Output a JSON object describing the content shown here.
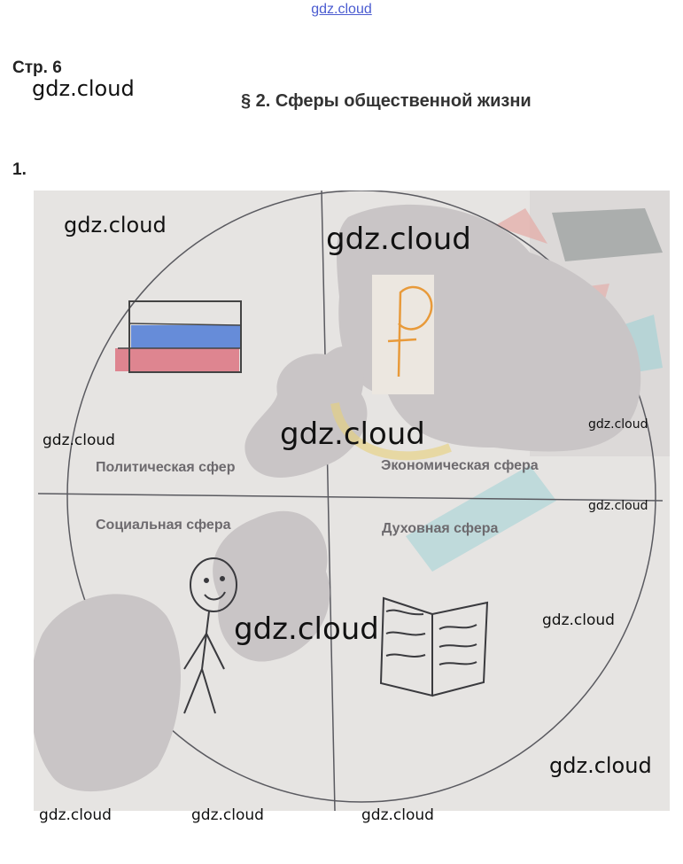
{
  "header": {
    "site_link": "gdz.cloud",
    "page_ref": "Стр. 6",
    "section_title": "§ 2. Сферы общественной жизни",
    "task_number": "1."
  },
  "diagram": {
    "quadrants": [
      {
        "label": "Политическая сфер",
        "drawing": "russian-flag"
      },
      {
        "label": "Экономическая сфера",
        "drawing": "ruble-sign"
      },
      {
        "label": "Социальная сфера",
        "drawing": "stick-figure"
      },
      {
        "label": "Духовная сфера",
        "drawing": "open-book"
      }
    ],
    "flag_colors": [
      "#ffffff",
      "#3b6fd6",
      "#d9465a"
    ],
    "ruble_color": "#e89a3a"
  },
  "watermarks": {
    "header_mark": "gdz.cloud",
    "center_top": "gdz.cloud",
    "center_mid": "gdz.cloud",
    "center_low": "gdz.cloud",
    "top_left": "gdz.cloud",
    "left_mid": "gdz.cloud",
    "right_1": "gdz.cloud",
    "right_2": "gdz.cloud",
    "right_3": "gdz.cloud",
    "bottom_right": "gdz.cloud",
    "bottom_1": "gdz.cloud",
    "bottom_2": "gdz.cloud",
    "bottom_3": "gdz.cloud"
  }
}
